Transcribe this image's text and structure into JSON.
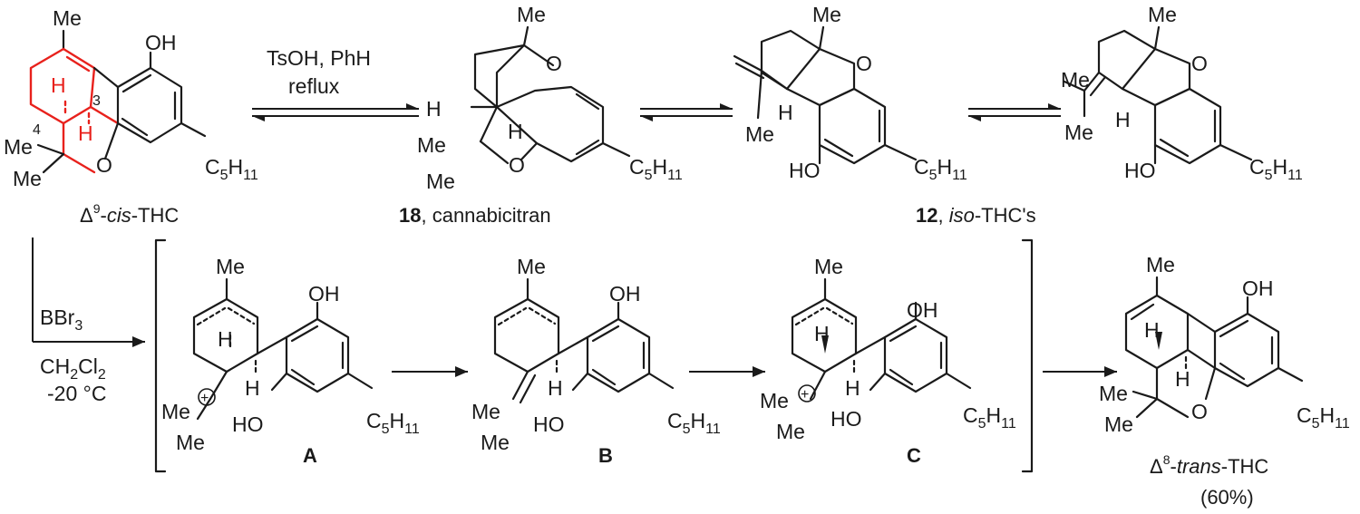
{
  "reagents": {
    "top_line1": "TsOH, PhH",
    "top_line2": "reflux",
    "left_line1": "BBr",
    "left_line1_sub": "3",
    "left_line2_pre": "CH",
    "left_line2_sub1": "2",
    "left_line2_mid": "Cl",
    "left_line2_sub2": "2",
    "left_line3": "-20 °C"
  },
  "compounds": {
    "cis_thc": {
      "delta": "Δ",
      "sup": "9",
      "italic": "cis",
      "rest": "-THC"
    },
    "cannabicitran": {
      "number": "18",
      "name": ", cannabicitran"
    },
    "iso_thc": {
      "number": "12",
      "comma": ", ",
      "italic": "iso",
      "rest": "-THC's"
    },
    "intermediate_a": "A",
    "intermediate_b": "B",
    "intermediate_c": "C",
    "trans_thc": {
      "delta": "Δ",
      "sup": "8",
      "italic": "trans",
      "rest": "-THC",
      "yield": "(60%)"
    }
  },
  "atoms": {
    "me": "Me",
    "oh": "OH",
    "ho": "HO",
    "o": "O",
    "h": "H",
    "c": "C",
    "c_sub": "5",
    "hh": "H",
    "hh_sub": "11",
    "plus": "+",
    "locant_3": "3",
    "locant_4": "4"
  }
}
